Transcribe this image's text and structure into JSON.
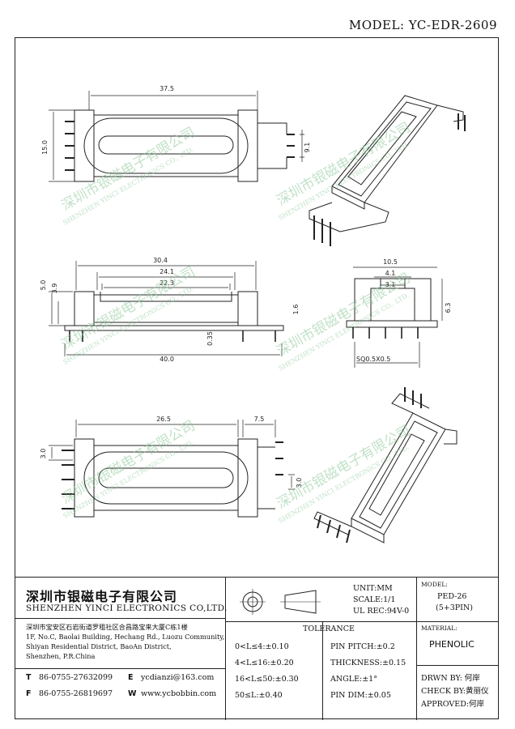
{
  "model_title": "MODEL: YC-EDR-2609",
  "dims": {
    "top_len": "37.5",
    "top_h": "15.0",
    "top_pin": "9.1",
    "side_a": "30.4",
    "side_b": "24.1",
    "side_c": "22.3",
    "side_d": "5.0",
    "side_e": "3.9",
    "side_f": "1.6",
    "side_g": "0.35",
    "side_h": "40.0",
    "end_a": "10.5",
    "end_b": "4.1",
    "end_c": "3.1",
    "end_d": "6.3",
    "end_e": "SQ0.5X0.5",
    "bot_a": "26.5",
    "bot_b": "7.5",
    "bot_c": "3.0",
    "bot_d": "3.0"
  },
  "watermark": {
    "cn": "深圳市银磁电子有限公司",
    "en": "SHENZHEN YINCI ELECTRONICS CO., LTD."
  },
  "company": {
    "name_cn": "深圳市银磁电子有限公司",
    "name_en": "SHENZHEN YINCI ELECTRONICS CO,LTD.",
    "addr_cn": "深圳市宝安区石岩街道罗租社区合昌路宝来大厦C栋1楼",
    "addr_en1": "1F, No.C, Baolai Building, Hechang Rd., Luozu Community,",
    "addr_en2": "Shiyan Residential District, BaoAn District,",
    "addr_en3": "Shenzhen, P.R.China",
    "tel_label": "T",
    "tel": "86-0755-27632099",
    "fax_label": "F",
    "fax": "86-0755-26819697",
    "email_label": "E",
    "email": "ycdianzi@163.com",
    "web_label": "W",
    "web": "www.ycbobbin.com"
  },
  "specs": {
    "unit": "UNIT:MM",
    "scale": "SCALE:1/1",
    "ul": "UL REC:94V-0",
    "model_label": "MODEL:",
    "model1": "PED-26",
    "model2": "(5+3PIN)",
    "material_label": "MATERIAL:",
    "material": "PHENOLIC"
  },
  "tolerance": {
    "title": "TOLERANCE",
    "rows": [
      "0<L≤4:±0.10",
      "4<L≤16:±0.20",
      "16<L≤50:±0.30",
      "50≤L:±0.40"
    ],
    "pins": [
      "PIN PITCH:±0.2",
      "THICKNESS:±0.15",
      "ANGLE:±1°",
      "PIN DIM:±0.05"
    ]
  },
  "sign": {
    "drawn": "DRWN BY: 何岸",
    "check": "CHECK BY:黄丽仪",
    "approved": "APPROVED:何岸"
  }
}
